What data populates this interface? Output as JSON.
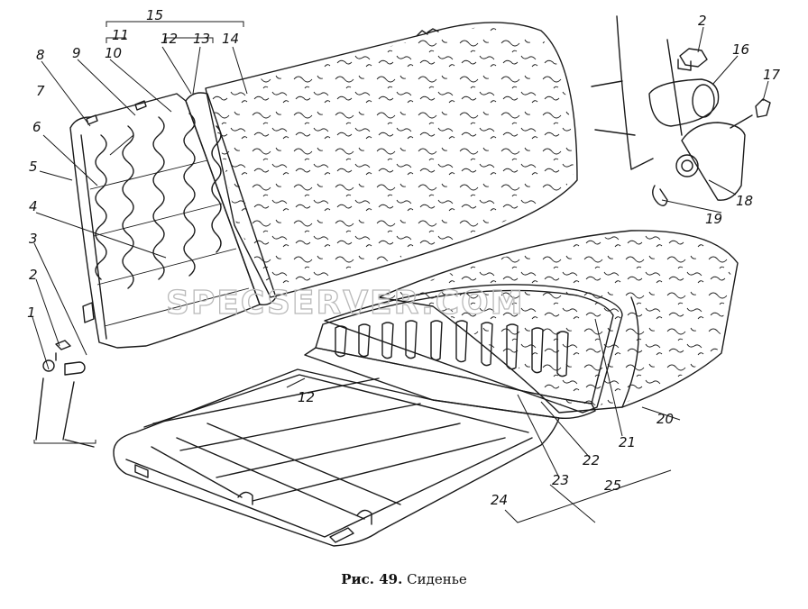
{
  "caption": {
    "label": "Рис. 49.",
    "title": "Сиденье"
  },
  "watermark": "SPECSERVER.COM",
  "callouts": {
    "c1": "1",
    "c2a": "2",
    "c2b": "2",
    "c3": "3",
    "c4": "4",
    "c5": "5",
    "c6": "6",
    "c7": "7",
    "c8": "8",
    "c9": "9",
    "c10": "10",
    "c11": "11",
    "c12a": "12",
    "c12b": "12",
    "c13": "13",
    "c14": "14",
    "c15": "15",
    "c16": "16",
    "c17": "17",
    "c18": "18",
    "c19": "19",
    "c20": "20",
    "c21": "21",
    "c22": "22",
    "c23": "23",
    "c24": "24",
    "c25": "25"
  }
}
